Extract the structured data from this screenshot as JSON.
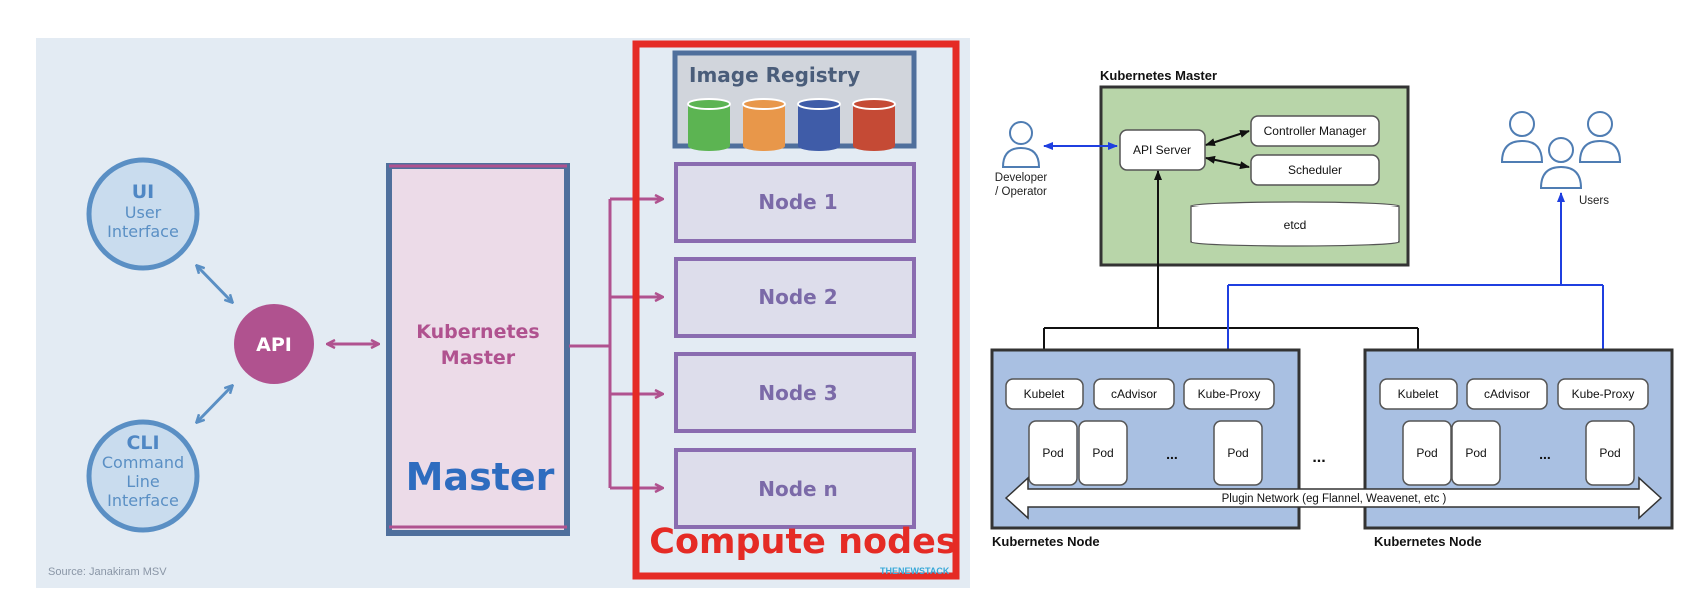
{
  "left_diagram": {
    "ui_circle": {
      "title": "UI",
      "line1": "User",
      "line2": "Interface"
    },
    "cli_circle": {
      "title": "CLI",
      "line1": "Command",
      "line2": "Line",
      "line3": "Interface"
    },
    "api_label": "API",
    "master_box": {
      "line1": "Kubernetes",
      "line2": "Master",
      "big_label": "Master"
    },
    "image_registry_label": "Image Registry",
    "nodes": [
      "Node 1",
      "Node 2",
      "Node 3",
      "Node n"
    ],
    "compute_nodes_label": "Compute nodes",
    "source_text": "Source: Janakiram MSV",
    "watermark": "THENEWSTACK",
    "registry_colors": [
      "#5cb452",
      "#e8974a",
      "#3f5ca8",
      "#c54a35"
    ]
  },
  "right_diagram": {
    "master_title": "Kubernetes Master",
    "api_server": "API Server",
    "controller_manager": "Controller Manager",
    "scheduler": "Scheduler",
    "etcd": "etcd",
    "developer_line1": "Developer",
    "developer_line2": "/ Operator",
    "users_label": "Users",
    "node_left": {
      "kubelet": "Kubelet",
      "cadvisor": "cAdvisor",
      "kube_proxy": "Kube-Proxy",
      "pods": [
        "Pod",
        "Pod",
        "Pod"
      ],
      "ellipsis": "...",
      "title": "Kubernetes Node"
    },
    "node_right": {
      "kubelet": "Kubelet",
      "cadvisor": "cAdvisor",
      "kube_proxy": "Kube-Proxy",
      "pods": [
        "Pod",
        "Pod",
        "Pod"
      ],
      "ellipsis": "...",
      "title": "Kubernetes Node"
    },
    "between_nodes_ellipsis": "...",
    "plugin_network": "Plugin Network (eg Flannel, Weavenet, etc )"
  }
}
